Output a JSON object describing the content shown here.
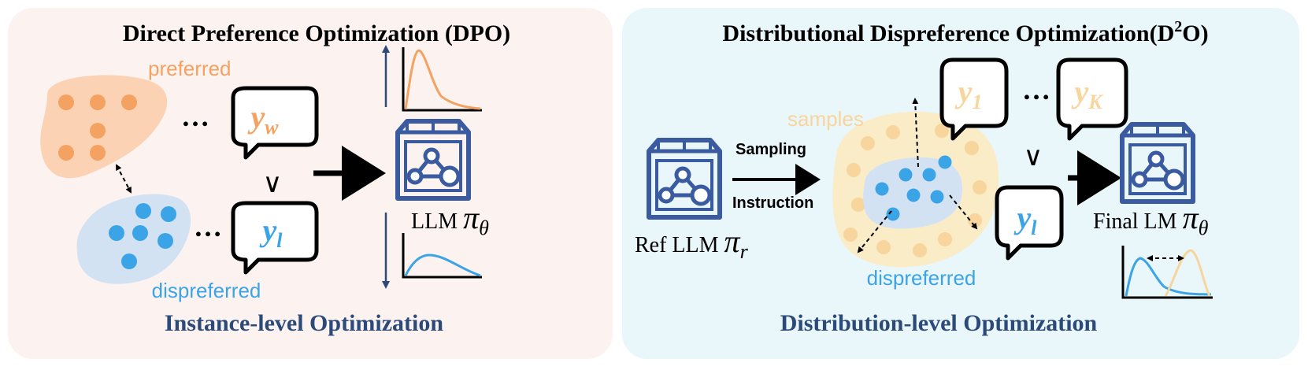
{
  "left_panel": {
    "title": "Direct Preference Optimization (DPO)",
    "footer": "Instance-level Optimization",
    "preferred_label": "preferred",
    "dispreferred_label": "dispreferred",
    "ellipsis": "…",
    "compare_symbol": "∨",
    "bubble_preferred": {
      "main": "y",
      "sub": "w"
    },
    "bubble_dispreferred": {
      "main": "y",
      "sub": "l"
    },
    "model_label": {
      "text": "LLM ",
      "pi": "π",
      "sub": "θ"
    }
  },
  "right_panel": {
    "title_prefix": "Distributional Dispreference Optimization(D",
    "title_sup": "2",
    "title_suffix": "O)",
    "footer": "Distribution-level Optimization",
    "samples_label": "samples",
    "dispreferred_label": "dispreferred",
    "sampling_label": "Sampling",
    "instruction_label": "Instruction",
    "ellipsis": "…",
    "compare_symbol": "∨",
    "bubble_first": {
      "main": "y",
      "sub": "1"
    },
    "bubble_last": {
      "main": "y",
      "sub": "K"
    },
    "bubble_dispreferred": {
      "main": "y",
      "sub": "l"
    },
    "ref_model_label": {
      "text": "Ref LLM ",
      "pi": "π",
      "sub": "r"
    },
    "final_model_label": {
      "text": "Final LM ",
      "pi": "π",
      "sub": "θ"
    }
  },
  "colors": {
    "left_bg": "#fcf3f1",
    "right_bg": "#e9f6fa",
    "navy": "#2b4a7a",
    "orange": "#f4a261",
    "orange_blob": "#fbd2b4",
    "blue_dot": "#3ba4e6",
    "blue_blob": "#d3e2f3",
    "yellow_blob": "#fbecc8",
    "yellow_dot": "#f7d59c",
    "model_blue": "#3a5ba0"
  }
}
